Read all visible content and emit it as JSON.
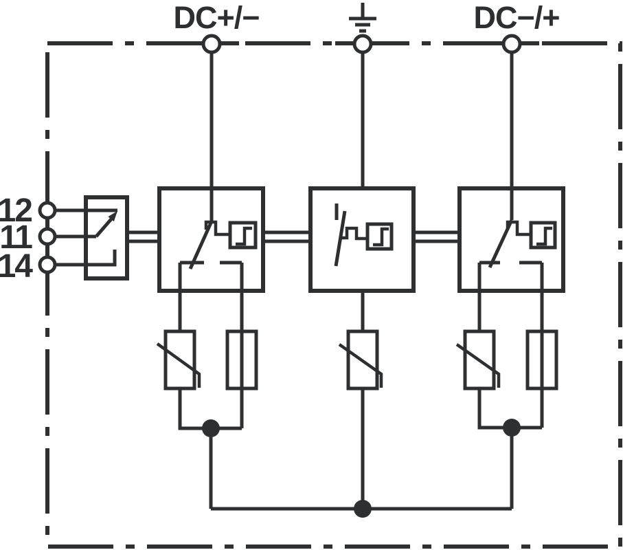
{
  "diagram": {
    "kind": "surge-protective-device-basic-circuit-diagram",
    "colors": {
      "line": "#2d2f31",
      "background": "#ffffff"
    },
    "top_terminals": [
      {
        "id": "dc-plus-minus",
        "label": "DC+/−"
      },
      {
        "id": "earth",
        "label": "",
        "icon": "earth-ground-icon"
      },
      {
        "id": "dc-minus-plus",
        "label": "DC−/+"
      }
    ],
    "remote_signalling_terminals": [
      {
        "id": "contact-nc",
        "label": "12"
      },
      {
        "id": "contact-com",
        "label": "11"
      },
      {
        "id": "contact-no",
        "label": "14"
      }
    ],
    "icons": {
      "earth_ground": "earth-ground-icon",
      "changeover_contact": "changeover-contact-arrow-icon",
      "disconnect_switch": "disconnect-switch-icon",
      "thermal_disconnect": "thermal-disconnect-step-icon",
      "varistor": "varistor-icon",
      "fuse": "fuse-icon",
      "junction": "junction-dot"
    }
  }
}
